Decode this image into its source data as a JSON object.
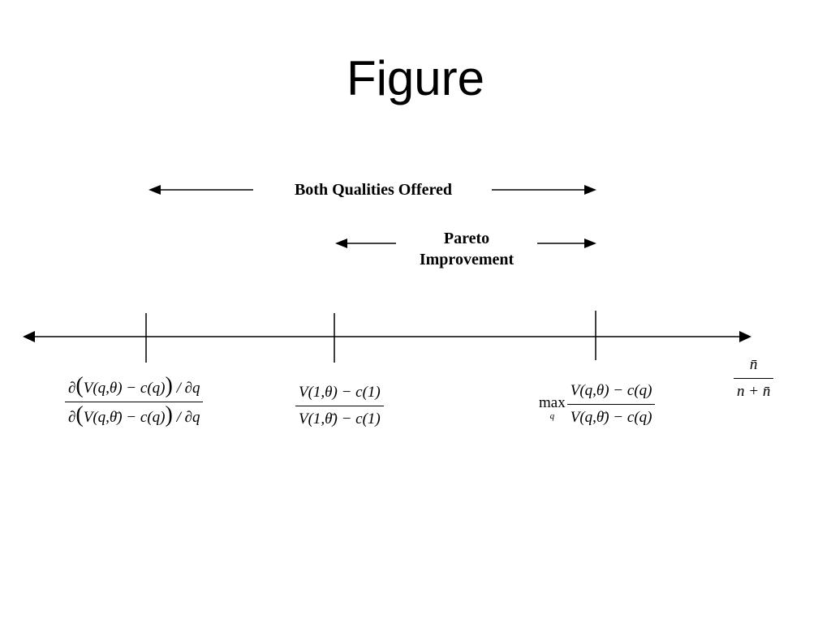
{
  "title": "Figure",
  "labels": {
    "both_qualities": "Both Qualities Offered",
    "pareto_line1": "Pareto",
    "pareto_line2": "Improvement"
  },
  "expressions": {
    "expr1": {
      "num": {
        "d": "∂",
        "lp": "(",
        "body": "V(q,θ) − c(q)",
        "rp": ")",
        "tail": "/ ∂q"
      },
      "den": {
        "d": "∂",
        "lp": "(",
        "body": "V(q,θ̄) − c(q)",
        "rp": ")",
        "tail": "/ ∂q"
      }
    },
    "expr2": {
      "num": "V(1,θ) − c(1)",
      "den": "V(1,θ̄) − c(1)"
    },
    "expr3": {
      "op": "max",
      "sub": "q",
      "num": "V(q,θ) − c(q)",
      "den": "V(q,θ̄) − c(q)"
    },
    "expr4": {
      "num": "n̄",
      "den": "n + n̄"
    }
  }
}
